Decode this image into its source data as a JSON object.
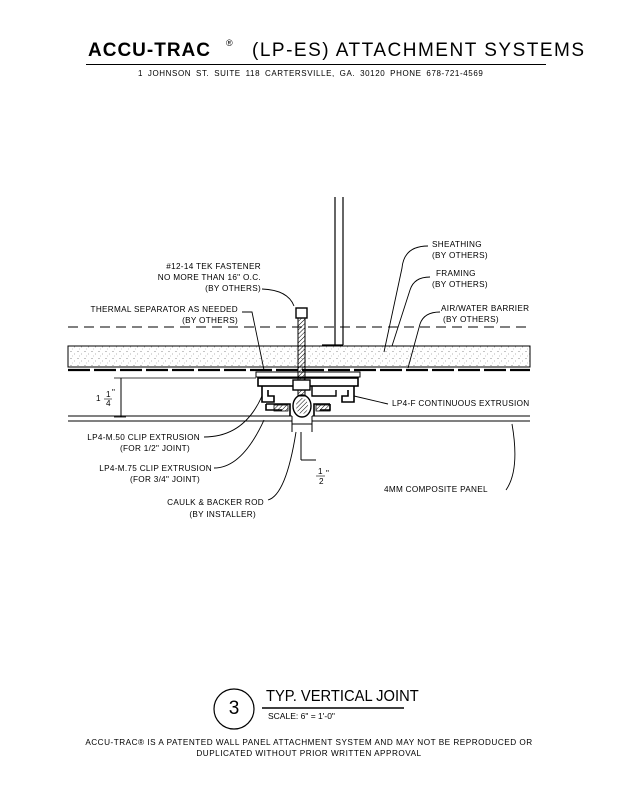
{
  "header": {
    "brand": "ACCU-TRAC",
    "registered": "®",
    "title": "(LP-ES) ATTACHMENT SYSTEMS",
    "address": "1 JOHNSON ST.    SUITE 118    CARTERSVILLE, GA. 30120    PHONE 678-721-4569"
  },
  "labels": {
    "sheathing": [
      "SHEATHING",
      "(BY OTHERS)"
    ],
    "framing": [
      "FRAMING",
      "(BY OTHERS)"
    ],
    "barrier": [
      "AIR/WATER BARRIER",
      "(BY OTHERS)"
    ],
    "tek": [
      "#12-14 TEK FASTENER",
      "NO MORE THAN 16\" O.C.",
      "(BY OTHERS)"
    ],
    "thermal": [
      "THERMAL SEPARATOR AS NEEDED",
      "(BY OTHERS)"
    ],
    "lp4f": "LP4-F CONTINUOUS EXTRUSION",
    "m50": [
      "LP4-M.50 CLIP EXTRUSION",
      "(FOR 1/2\" JOINT)"
    ],
    "m75": [
      "LP4-M.75 CLIP EXTRUSION",
      "(FOR 3/4\" JOINT)"
    ],
    "caulk": [
      "CAULK & BACKER ROD",
      "(BY INSTALLER)"
    ],
    "panel": "4MM COMPOSITE PANEL"
  },
  "dimensions": {
    "depth_whole": "1",
    "depth_num": "1",
    "depth_den": "4",
    "depth_inch": "\"",
    "joint_num": "1",
    "joint_den": "2",
    "joint_inch": "\""
  },
  "footer": {
    "detail_number": "3",
    "detail_title": "TYP. VERTICAL JOINT",
    "scale": "SCALE: 6\" = 1'-0\"",
    "note_line1": "ACCU-TRAC® IS A PATENTED WALL PANEL ATTACHMENT SYSTEM AND MAY NOT BE REPRODUCED OR",
    "note_line2": "DUPLICATED WITHOUT PRIOR WRITTEN APPROVAL"
  }
}
